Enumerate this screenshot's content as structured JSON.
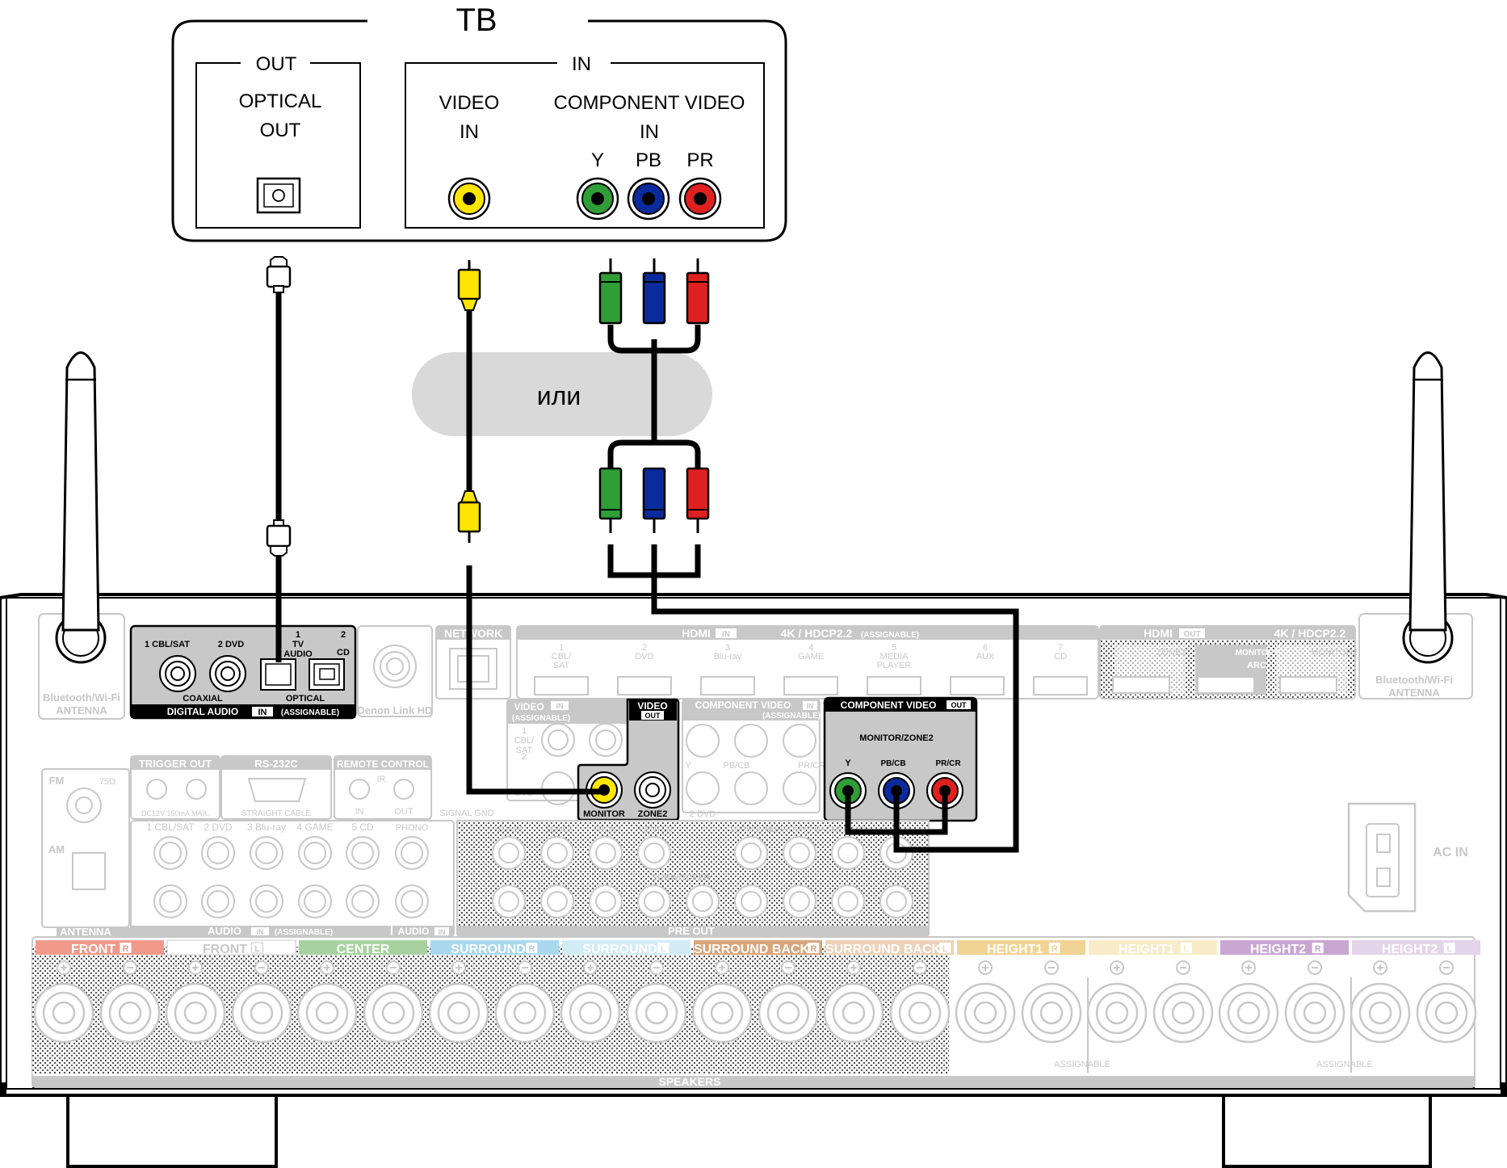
{
  "tv": {
    "title": "ТВ",
    "out_group": "OUT",
    "in_group": "IN",
    "optical_out": [
      "OPTICAL",
      "OUT"
    ],
    "video_in": [
      "VIDEO",
      "IN"
    ],
    "component_in": [
      "COMPONENT VIDEO",
      "IN"
    ],
    "y": "Y",
    "pb": "PB",
    "pr": "PR"
  },
  "or_label": "или",
  "receiver": {
    "bt_left": [
      "Bluetooth/Wi-Fi",
      "ANTENNA"
    ],
    "bt_right": [
      "Bluetooth/Wi-Fi",
      "ANTENNA"
    ],
    "digital": {
      "cbl_sat": "1 CBL/SAT",
      "dvd": "2 DVD",
      "tv_audio": [
        "1",
        "TV",
        "AUDIO"
      ],
      "cd": [
        "2",
        "CD"
      ],
      "coaxial": "COAXIAL",
      "optical": "OPTICAL",
      "footer": "DIGITAL AUDIO",
      "footer_in": "IN",
      "footer_assign": "(ASSIGNABLE)"
    },
    "denon_link": "Denon Link HD",
    "network": "NETWORK",
    "hdmi_in": {
      "label": "HDMI",
      "in": "IN",
      "spec": "4K / HDCP2.2",
      "assign": "(ASSIGNABLE)",
      "ports": [
        [
          "1",
          "CBL/",
          "SAT"
        ],
        [
          "2",
          "DVD"
        ],
        [
          "3",
          "Blu-ray"
        ],
        [
          "4",
          "GAME"
        ],
        [
          "5",
          "MEDIA",
          "PLAYER"
        ],
        [
          "6",
          "AUX"
        ],
        [
          "7",
          "CD"
        ]
      ]
    },
    "hdmi_out": {
      "label": "HDMI",
      "out": "OUT",
      "spec": "4K / HDCP2.2",
      "zone2": "ZONE2",
      "monitor1": [
        "MONITOR1",
        "ARC"
      ],
      "monitor2": "MONITOR2"
    },
    "video_in": {
      "label": "VIDEO",
      "in": "IN",
      "assign": "(ASSIGNABLE)",
      "cbl": [
        "1",
        "CBL/",
        "SAT"
      ],
      "dvd": [
        "2",
        "DVD"
      ],
      "game": "3 GAME"
    },
    "video_out": {
      "label": "VIDEO",
      "out": "OUT",
      "monitor": "MONITOR",
      "zone2": "ZONE2"
    },
    "comp_in": {
      "label": "COMPONENT VIDEO",
      "in": "IN",
      "assign": "(ASSIGNABLE)",
      "cbl": "1 CBL/SAT",
      "dvd": "2 DVD",
      "y": "Y",
      "pb": "PB/CB",
      "pr": "PR/CR"
    },
    "comp_out": {
      "label": "COMPONENT VIDEO",
      "out": "OUT",
      "zone": "MONITOR/ZONE2",
      "y": "Y",
      "pb": "PB/CB",
      "pr": "PR/CR"
    },
    "trigger_out": "TRIGGER OUT",
    "trigger_spec": "DC12V 150mA MAX.",
    "rs232c": "RS-232C",
    "rs232c_cable": "STRAIGHT CABLE",
    "remote_control": "REMOTE CONTROL",
    "ir": "IR",
    "rc_in": "IN",
    "rc_out": "OUT",
    "signal_gnd": "SIGNAL GND",
    "fm": "FM",
    "fm_ohm": "75Ω",
    "am": "AM",
    "antenna": "ANTENNA",
    "audio_inputs": [
      "1 CBL/SAT",
      "2 DVD",
      "3 Blu-ray",
      "4 GAME",
      "5 CD"
    ],
    "phono": "PHONO",
    "audio_footer": "AUDIO",
    "audio_in": "IN",
    "audio_assign": "(ASSIGNABLE)",
    "pre_out": "PRE OUT",
    "pre_out_labels": [
      "ZONE2",
      "ZONE3",
      "FRONT",
      "CENTER",
      "SURROUND",
      "SURROUND BACK",
      "HEIGHT1"
    ],
    "subwoofer": "SUBWOOFER",
    "ac_in": "AC IN",
    "speakers_footer": "SPEAKERS",
    "assignable": "ASSIGNABLE",
    "speakers": [
      {
        "label": "FRONT",
        "side": "R",
        "color": "#f19a8c"
      },
      {
        "label": "FRONT",
        "side": "L",
        "color": "#ffffff"
      },
      {
        "label": "CENTER",
        "side": "",
        "color": "#a7d2a0"
      },
      {
        "label": "SURROUND",
        "side": "R",
        "color": "#a9d8ee"
      },
      {
        "label": "SURROUND",
        "side": "L",
        "color": "#d2ecf6"
      },
      {
        "label": "SURROUND BACK",
        "side": "R",
        "color": "#d9a57a"
      },
      {
        "label": "SURROUND BACK",
        "side": "L",
        "color": "#ecd2b8"
      },
      {
        "label": "HEIGHT1",
        "side": "R",
        "color": "#f1d394"
      },
      {
        "label": "HEIGHT1",
        "side": "L",
        "color": "#f8ecc8"
      },
      {
        "label": "HEIGHT2",
        "side": "R",
        "color": "#c8a6d2"
      },
      {
        "label": "HEIGHT2",
        "side": "L",
        "color": "#e4d4ea"
      }
    ]
  },
  "colors": {
    "yellow": "#ffe500",
    "green": "#2f9e36",
    "blue": "#0a2b9e",
    "red": "#e02020",
    "panel_gray": "#c8c8c8",
    "ghost": "#c8c8c8"
  }
}
